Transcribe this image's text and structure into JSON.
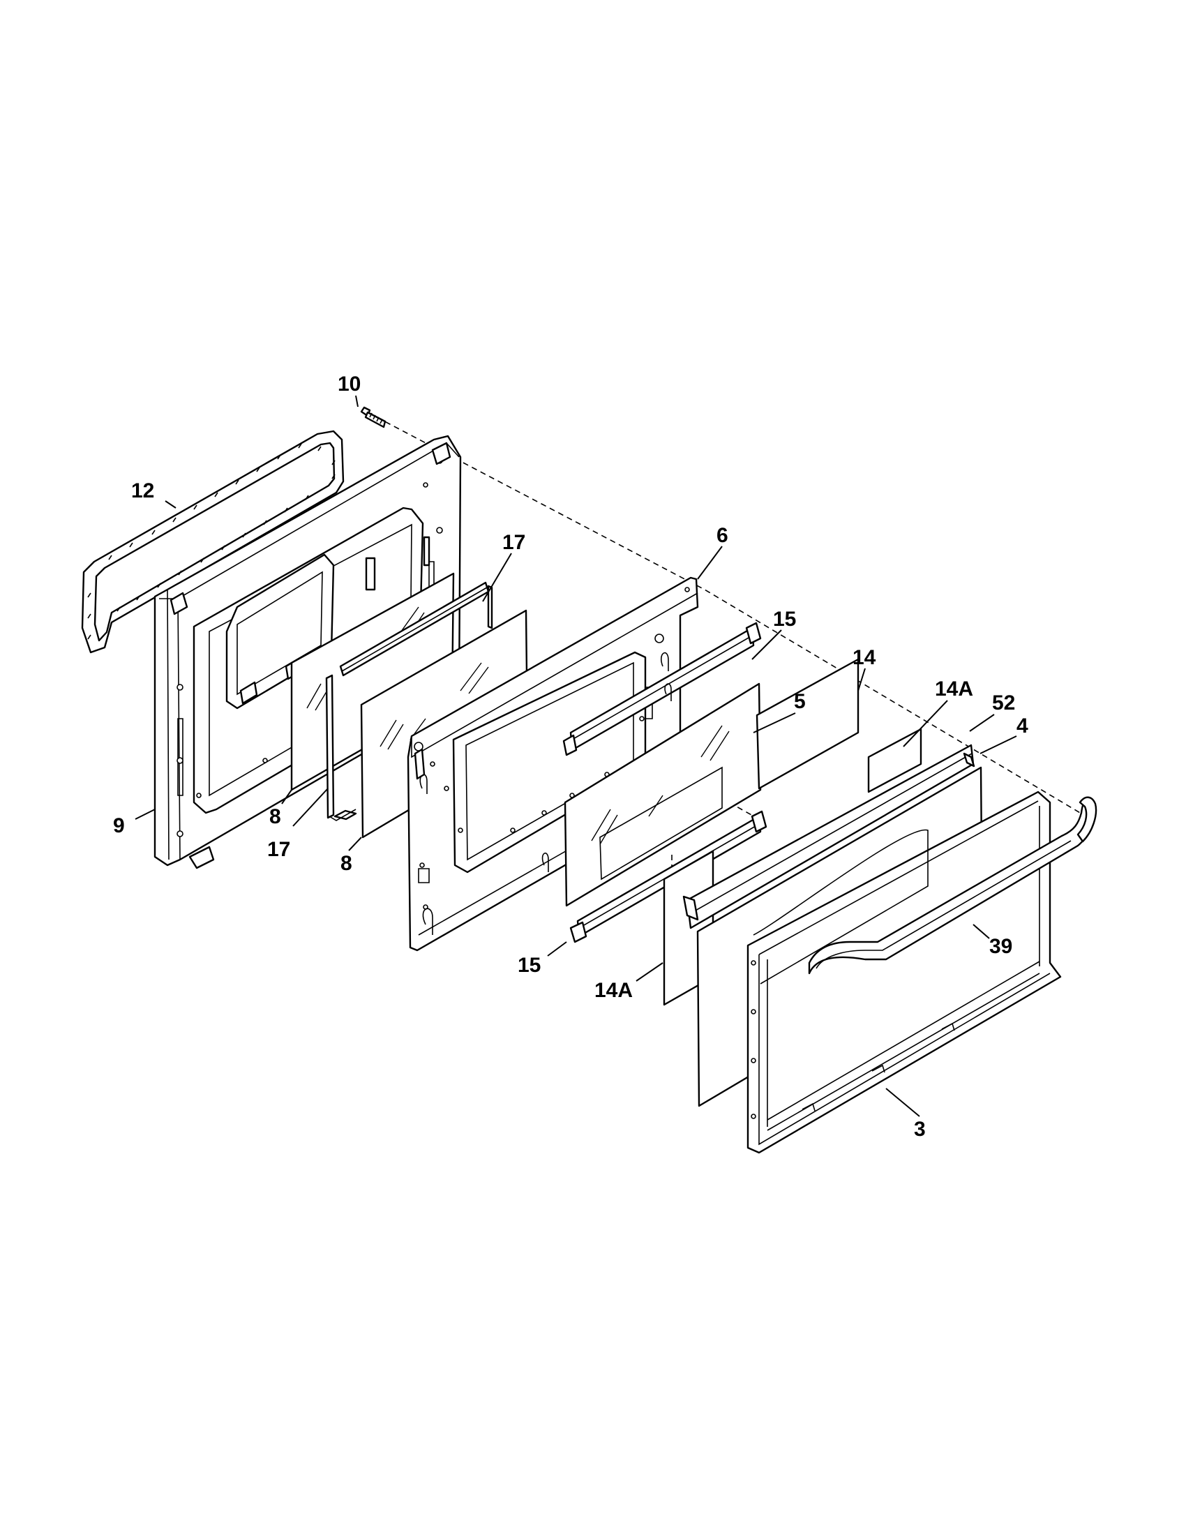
{
  "diagram": {
    "callouts": [
      {
        "id": "10",
        "label": "10"
      },
      {
        "id": "12",
        "label": "12"
      },
      {
        "id": "17-top",
        "label": "17"
      },
      {
        "id": "6",
        "label": "6"
      },
      {
        "id": "15-top",
        "label": "15"
      },
      {
        "id": "14",
        "label": "14"
      },
      {
        "id": "5",
        "label": "5"
      },
      {
        "id": "14A-top",
        "label": "14A"
      },
      {
        "id": "52",
        "label": "52"
      },
      {
        "id": "4",
        "label": "4"
      },
      {
        "id": "9",
        "label": "9"
      },
      {
        "id": "8-left",
        "label": "8"
      },
      {
        "id": "8-right",
        "label": "8"
      },
      {
        "id": "17-bottom",
        "label": "17"
      },
      {
        "id": "39",
        "label": "39"
      },
      {
        "id": "15-bottom",
        "label": "15"
      },
      {
        "id": "14A-bottom",
        "label": "14A"
      },
      {
        "id": "3",
        "label": "3"
      }
    ]
  }
}
